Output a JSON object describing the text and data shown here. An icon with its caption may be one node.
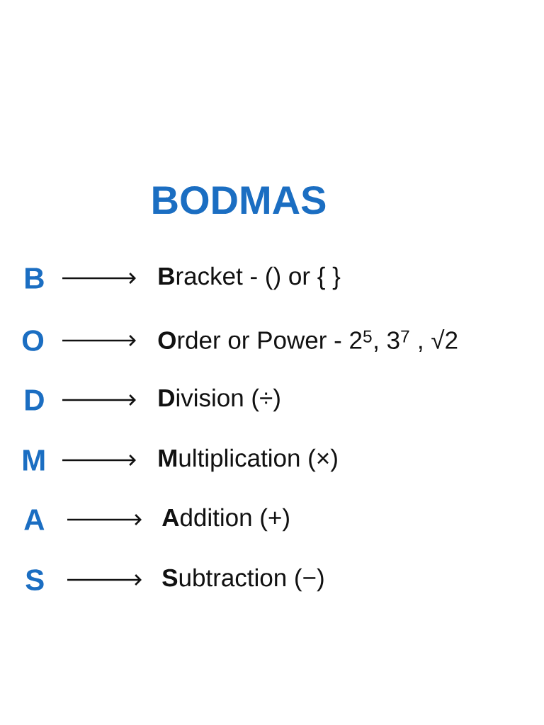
{
  "diagram": {
    "title": "BODMAS",
    "nodes": [
      {
        "text": [
          "B"
        ]
      },
      {
        "text": [
          "**B**racket - () or { }"
        ]
      },
      {
        "text": [
          "O"
        ]
      },
      {
        "text": [
          "**O**rder or Power - 2$^{5}$, 3$^{7}$ , √2"
        ]
      },
      {
        "text": [
          "D"
        ]
      },
      {
        "text": [
          "**D**ivision (÷)"
        ]
      },
      {
        "text": [
          "M"
        ]
      },
      {
        "text": [
          "**M**ultiplication (×)"
        ]
      },
      {
        "text": [
          "A"
        ]
      },
      {
        "text": [
          "**A**ddition (+)"
        ]
      },
      {
        "text": [
          "S"
        ]
      },
      {
        "text": [
          "**S**ubtraction (−)"
        ]
      }
    ],
    "edges": [
      {
        "from": 0,
        "to": 1,
        "arrow": "to"
      },
      {
        "from": 2,
        "to": 3,
        "arrow": "to"
      },
      {
        "from": 4,
        "to": 5,
        "arrow": "to"
      },
      {
        "from": 6,
        "to": 7,
        "arrow": "to"
      },
      {
        "from": 8,
        "to": 9,
        "arrow": "to"
      },
      {
        "from": 10,
        "to": 11,
        "arrow": "to"
      }
    ]
  }
}
